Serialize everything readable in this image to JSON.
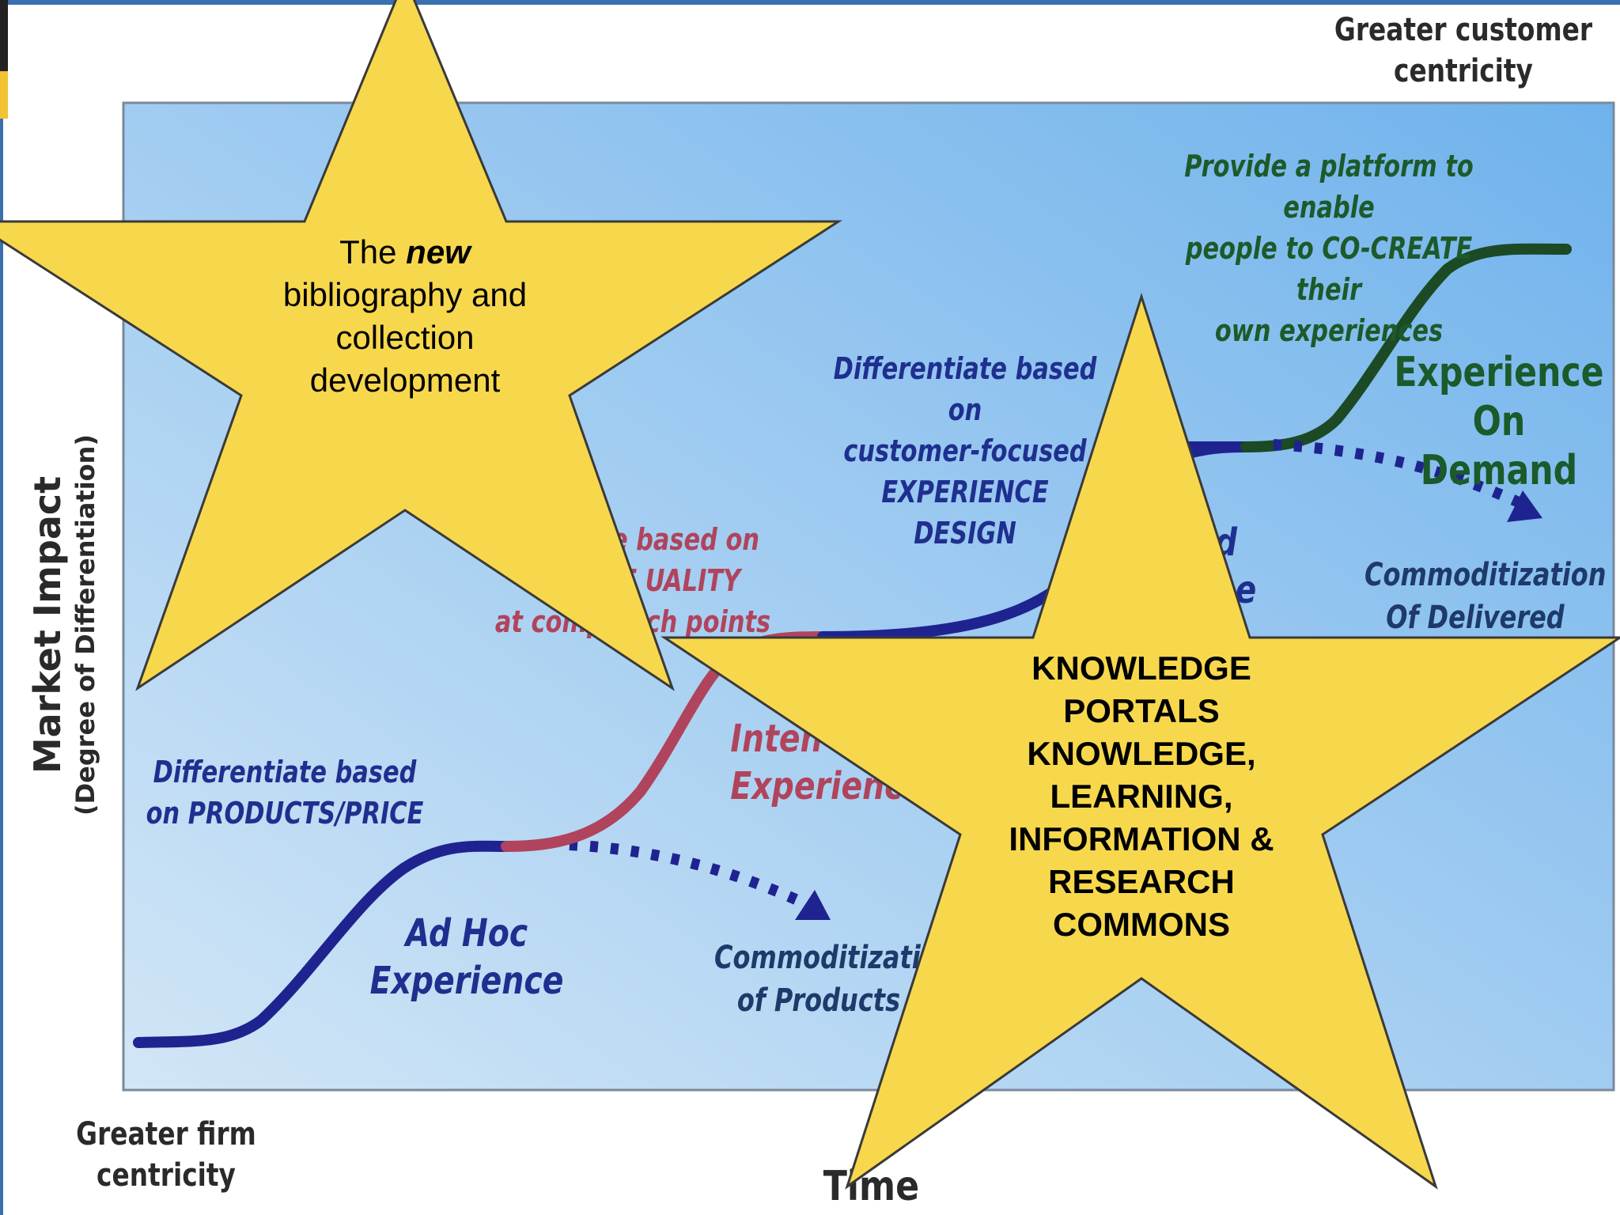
{
  "diagram": {
    "top_right_label": [
      "Greater customer",
      "centricity"
    ],
    "bottom_left_label": [
      "Greater firm",
      "centricity"
    ],
    "y_axis_title": "Market Impact",
    "y_axis_subtitle": "(Degree of Differentiation)",
    "x_axis_title": "Time",
    "annotations": {
      "products_price": [
        "Differentiate based",
        "on PRODUCTS/PRICE"
      ],
      "service_quality": [
        "e based on",
        "SE   UALITY",
        "at compa     uch points"
      ],
      "experience_design": [
        "Differentiate based on",
        "customer-focused",
        "EXPERIENCE DESIGN"
      ],
      "co_create": [
        "Provide a platform to enable",
        "people to CO-CREATE their",
        "own experiences"
      ],
      "partial_d": "d",
      "partial_e": "e"
    },
    "stages": {
      "ad_hoc": [
        "Ad Hoc",
        "Experience"
      ],
      "intentional": [
        "Inten",
        "Experienc"
      ],
      "on_demand": [
        "Experience",
        "On Demand"
      ]
    },
    "commoditization": {
      "products": [
        "Commoditizatic",
        "of Products"
      ],
      "delivered": [
        "Commoditization",
        "Of Delivered"
      ]
    },
    "colors": {
      "panel_top": "#6fb2ec",
      "panel_bottom": "#d2e6f6",
      "navy_curve": "#1f2390",
      "red_curve": "#b0445c",
      "green_curve": "#1b4a24",
      "star_fill": "#f7d84d"
    }
  },
  "stars": {
    "left": {
      "line1_prefix": "The ",
      "line1_emph": "new",
      "lines": [
        "bibliography and",
        "collection",
        "development"
      ]
    },
    "right": {
      "lines": [
        "KNOWLEDGE",
        "PORTALS",
        "KNOWLEDGE,",
        "LEARNING,",
        "INFORMATION &",
        "RESEARCH",
        "COMMONS"
      ]
    }
  }
}
